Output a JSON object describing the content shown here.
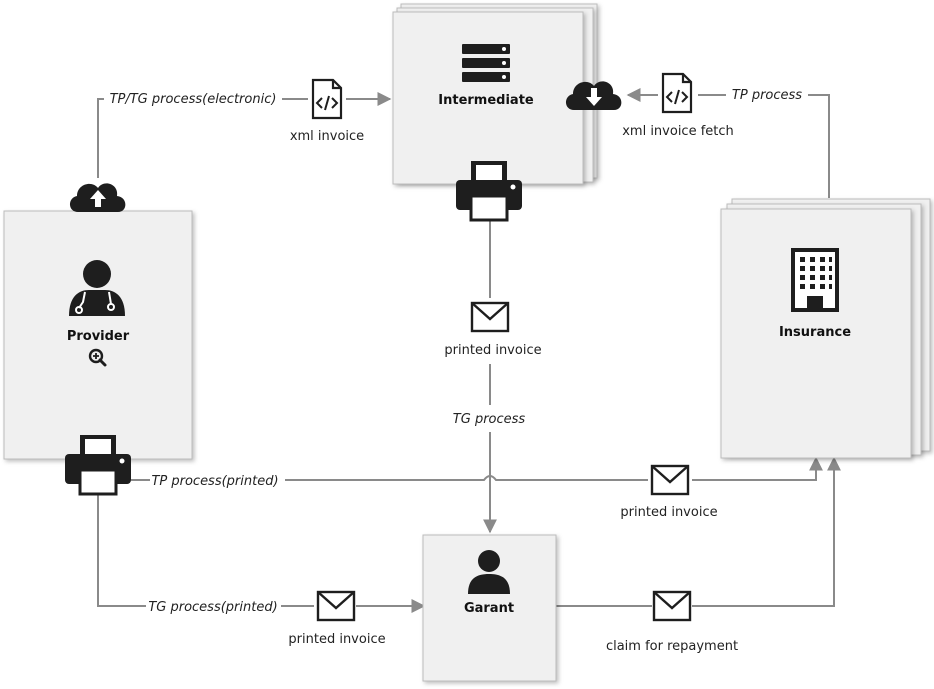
{
  "nodes": {
    "provider": {
      "title": "Provider"
    },
    "intermediate": {
      "title": "Intermediate"
    },
    "insurance": {
      "title": "Insurance"
    },
    "garant": {
      "title": "Garant"
    }
  },
  "edges": {
    "tp_tg_electronic": {
      "label": "TP/TG process(electronic)",
      "doc": "xml invoice"
    },
    "tp_fetch": {
      "label": "TP process",
      "doc": "xml invoice fetch"
    },
    "tg_from_intermediate": {
      "label": "TG process",
      "doc": "printed invoice"
    },
    "tp_printed": {
      "label": "TP process(printed)",
      "doc": "printed invoice"
    },
    "tg_printed": {
      "label": "TG process(printed)",
      "doc": "printed invoice"
    },
    "claim": {
      "doc": "claim for repayment"
    }
  },
  "icons": {
    "provider": "doctor-icon",
    "provider_zoom": "zoom-in-icon",
    "provider_upload": "cloud-upload-icon",
    "provider_printer": "printer-icon",
    "intermediate": "server-icon",
    "intermediate_download": "cloud-download-icon",
    "intermediate_printer": "printer-icon",
    "insurance": "building-icon",
    "garant": "user-icon",
    "xml_doc": "code-document-icon",
    "envelope": "envelope-icon"
  },
  "colors": {
    "box_fill": "#f0f0f0",
    "box_stroke": "#bcbcbc",
    "connector": "#8a8a8a",
    "icon": "#1e1e1e"
  }
}
